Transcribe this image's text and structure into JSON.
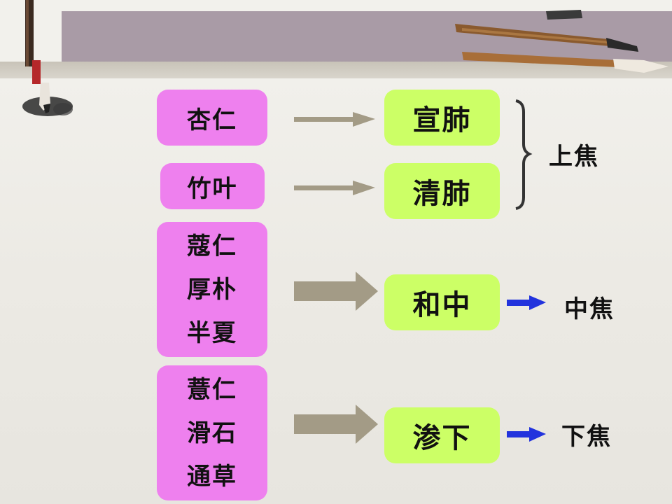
{
  "herbs": {
    "group1": "杏仁",
    "group2": "竹叶",
    "group3": [
      "蔻仁",
      "厚朴",
      "半夏"
    ],
    "group4": [
      "薏仁",
      "滑石",
      "通草"
    ]
  },
  "effects": {
    "e1": "宣肺",
    "e2": "清肺",
    "e3": "和中",
    "e4": "渗下"
  },
  "jiao": {
    "upper": "上焦",
    "middle": "中焦",
    "lower": "下焦"
  },
  "colors": {
    "herb_box": "#ee80ee",
    "effect_box": "#ccff66",
    "gray_arrow": "#a39b86",
    "blue_arrow": "#2233dd",
    "header": "#a99ba6"
  }
}
